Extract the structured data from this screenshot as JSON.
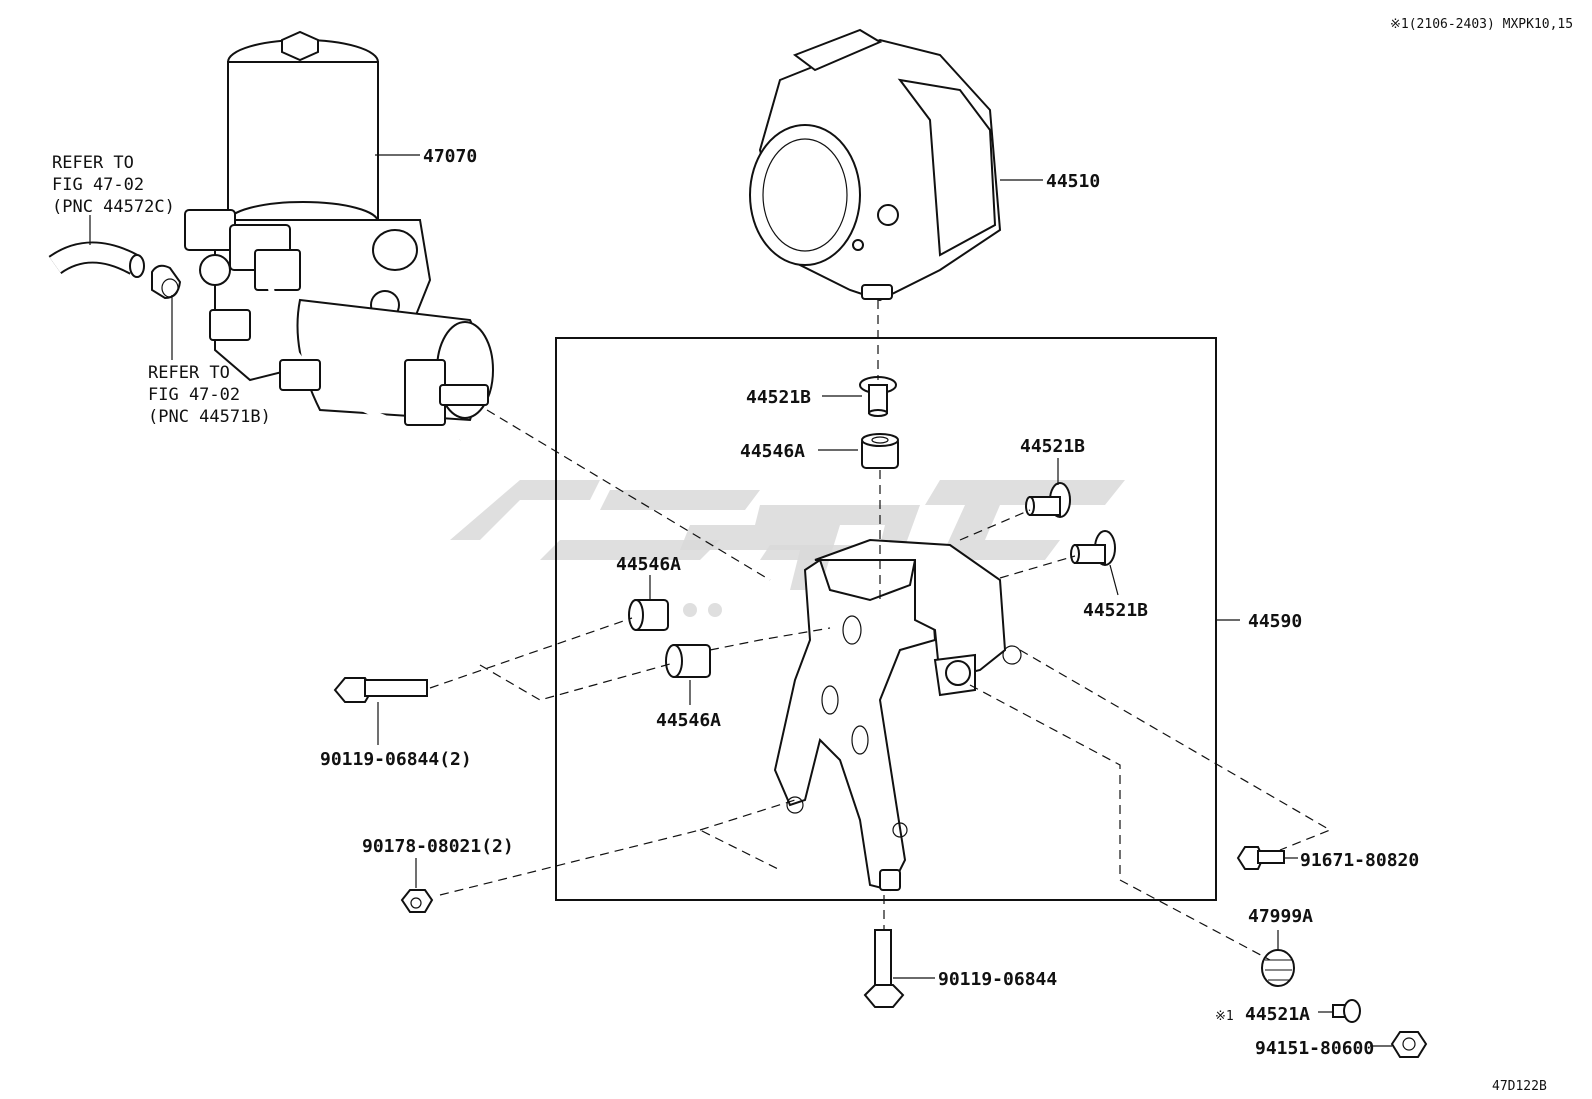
{
  "header": {
    "applicability": "※1(2106-2403) MXPK10,15",
    "figure_id": "47D122B"
  },
  "references": {
    "ref1_line1": "REFER TO",
    "ref1_line2": "FIG 47-02",
    "ref1_line3": "(PNC 44572C)",
    "ref2_line1": "REFER TO",
    "ref2_line2": "FIG 47-02",
    "ref2_line3": "(PNC 44571B)"
  },
  "parts": {
    "p47070": "47070",
    "p44510": "44510",
    "p44590": "44590",
    "p44521B_top": "44521B",
    "p44546A_top": "44546A",
    "p44521B_right1": "44521B",
    "p44521B_right2": "44521B",
    "p44546A_left": "44546A",
    "p44546A_lower": "44546A",
    "p90119_06844_2": "90119-06844(2)",
    "p90178_08021_2": "90178-08021(2)",
    "p90119_06844": "90119-06844",
    "p91671_80820": "91671-80820",
    "p47999A": "47999A",
    "p44521A_mark": "※1",
    "p44521A": "44521A",
    "p94151_80600": "94151-80600"
  },
  "icons": [
    "actuator-pump-icon",
    "abs-actuator-icon",
    "bracket-icon",
    "bolt-icon",
    "nut-icon",
    "cushion-icon",
    "collar-icon",
    "hose-icon",
    "clip-icon",
    "watermark-logo"
  ]
}
